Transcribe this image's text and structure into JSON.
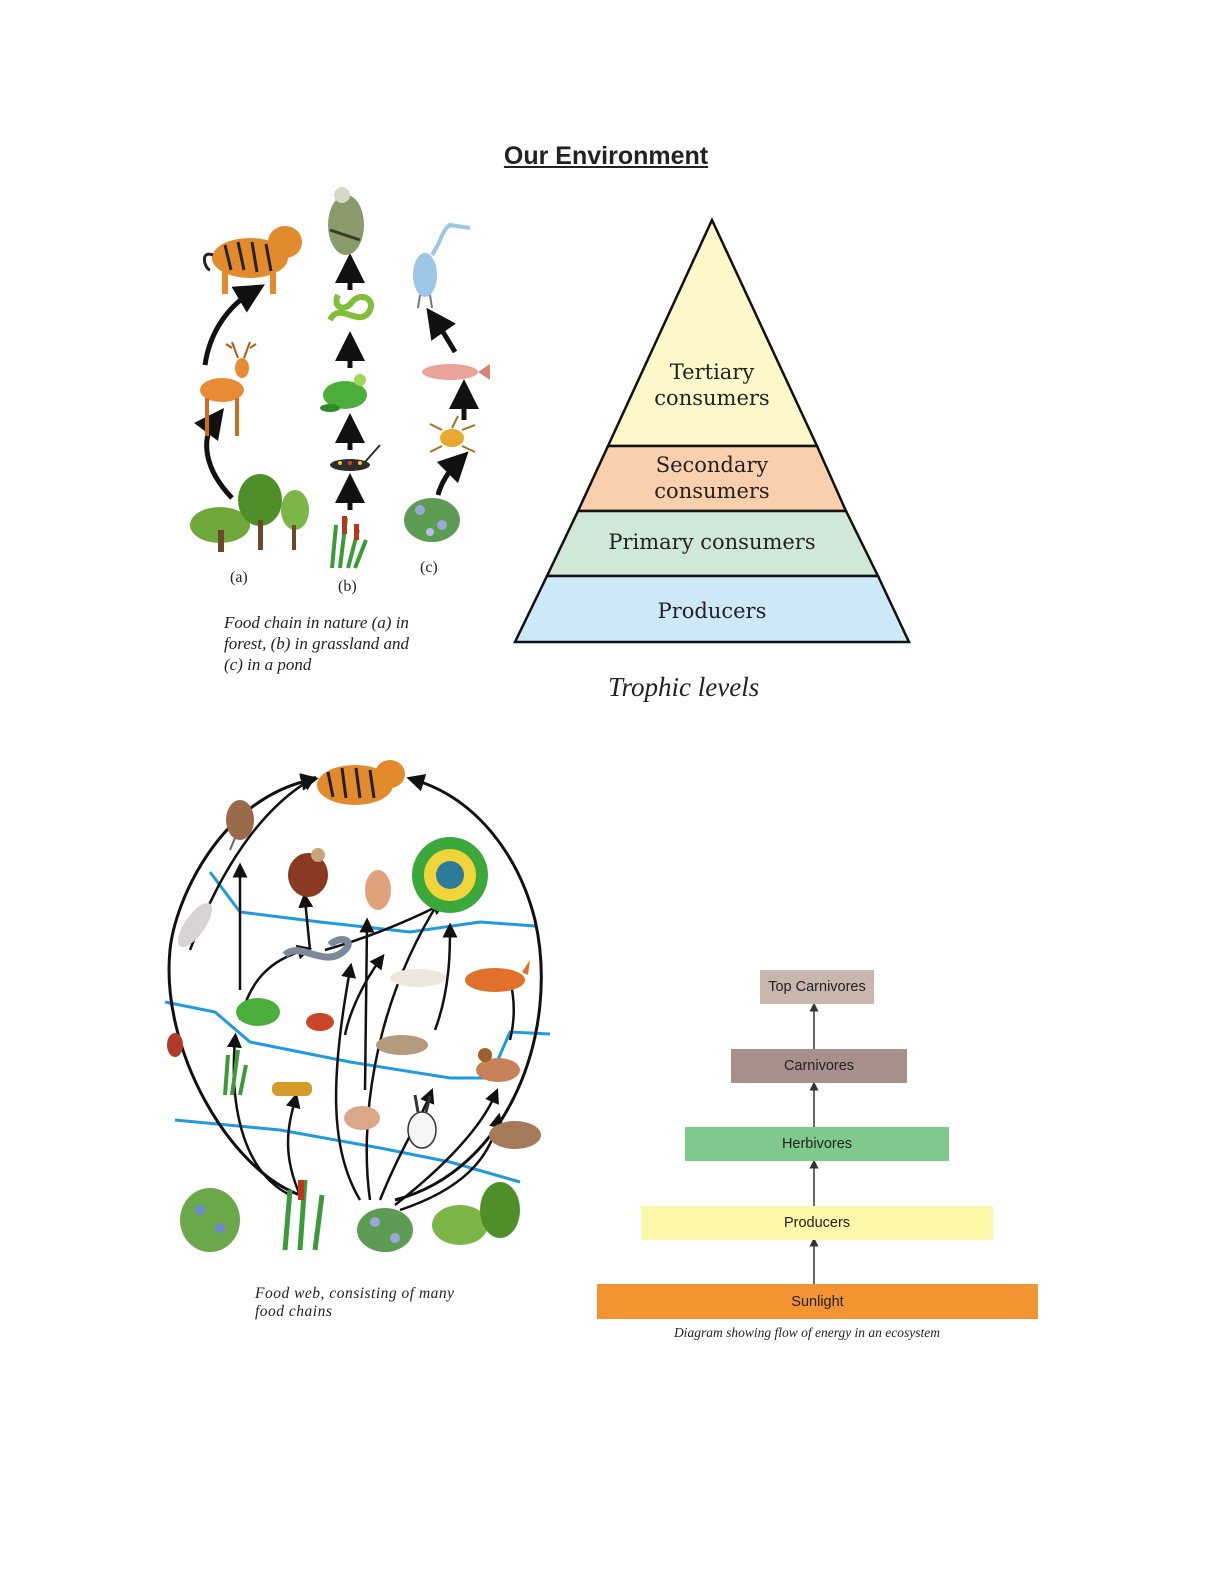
{
  "page": {
    "title": "Our Environment"
  },
  "food_chain": {
    "labels": [
      "(a)",
      "(b)",
      "(c)"
    ],
    "caption": "Food chain in nature (a) in forest, (b) in grassland and (c) in a pond",
    "chains": [
      {
        "id": "a",
        "organisms": [
          "trees-icon",
          "deer-icon",
          "tiger-icon"
        ]
      },
      {
        "id": "b",
        "organisms": [
          "grass-icon",
          "grasshopper-icon",
          "frog-icon",
          "snake-icon",
          "eagle-icon"
        ]
      },
      {
        "id": "c",
        "organisms": [
          "water-plant-icon",
          "insect-icon",
          "fish-icon",
          "heron-icon"
        ]
      }
    ]
  },
  "trophic_pyramid": {
    "levels": [
      {
        "line1": "Tertiary",
        "line2": "consumers",
        "color": "#fdf8c9"
      },
      {
        "line1": "Secondary",
        "line2": "consumers",
        "color": "#f9cfae"
      },
      {
        "line1": "Primary consumers",
        "line2": "",
        "color": "#cfe9d6"
      },
      {
        "line1": "Producers",
        "line2": "",
        "color": "#cde9f8"
      }
    ],
    "caption": "Trophic levels"
  },
  "food_web": {
    "caption": "Food web, consisting of many food chains",
    "line_color": "#1e9be0"
  },
  "energy_flow": {
    "levels": [
      {
        "label": "Top Carnivores",
        "color": "#c9b7ae"
      },
      {
        "label": "Carnivores",
        "color": "#a7908a"
      },
      {
        "label": "Herbivores",
        "color": "#7fc98d"
      },
      {
        "label": "Producers",
        "color": "#fbf7a9"
      },
      {
        "label": "Sunlight",
        "color": "#f39433"
      }
    ],
    "caption": "Diagram showing flow of energy in an ecosystem"
  }
}
